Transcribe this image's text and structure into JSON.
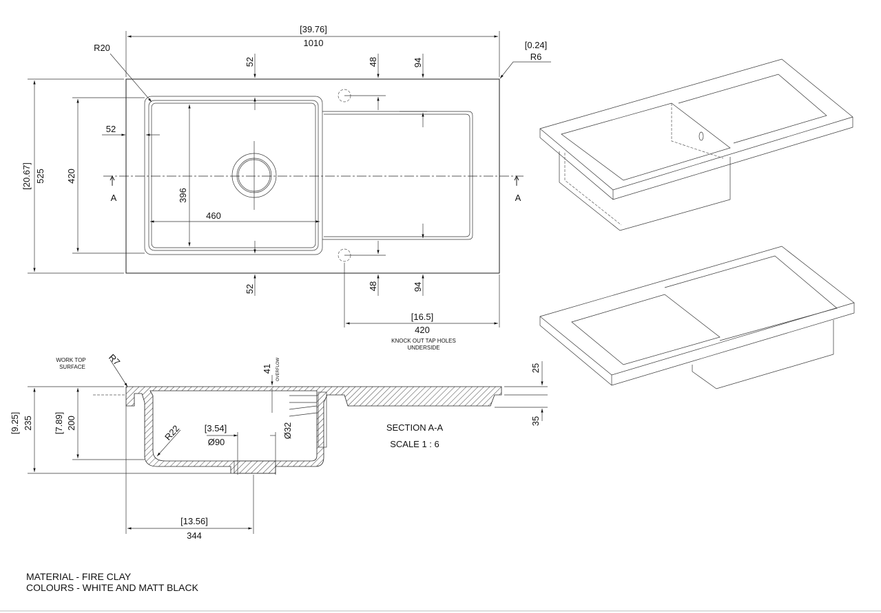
{
  "plan": {
    "overall_length_in": "[39.76]",
    "overall_length": "1010",
    "corner_outer_in": "[0.24]",
    "corner_outer": "R6",
    "bowl_radius": "R20",
    "overall_width_in": "[20.67]",
    "overall_width": "525",
    "bowl_width": "420",
    "bowl_inner_width": "396",
    "bowl_length": "460",
    "margin_side": "52",
    "margin_top": "52",
    "margin_bottom": "52",
    "tap_hole_offset_top": "48",
    "tap_hole_offset_bottom": "48",
    "drainer_offset_top": "94",
    "drainer_offset_bottom": "94",
    "section_mark_left": "A",
    "section_mark_right": "A",
    "tap_span_in": "[16.5]",
    "tap_span": "420",
    "tap_note_line1": "KNOCK OUT TAP HOLES",
    "tap_note_line2": "UNDERSIDE"
  },
  "section": {
    "worktop_line1": "WORK TOP",
    "worktop_line2": "SURFACE",
    "edge_radius": "R7",
    "overflow_depth": "41",
    "overflow_label": "OVERFLOW",
    "depth_total_in": "[9.25]",
    "depth_total": "235",
    "bowl_depth_in": "[7.89]",
    "bowl_depth": "200",
    "inner_radius": "R22",
    "waste_in": "[3.54]",
    "waste_dia": "Ø90",
    "overflow_dia": "Ø32",
    "rim_thickness": "25",
    "drainer_depth": "35",
    "centre_distance_in": "[13.56]",
    "centre_distance": "344",
    "title": "SECTION A-A",
    "scale": "SCALE 1 : 6"
  },
  "notes": {
    "material": "MATERIAL - FIRE CLAY",
    "colours": "COLOURS - WHITE AND MATT BLACK"
  }
}
